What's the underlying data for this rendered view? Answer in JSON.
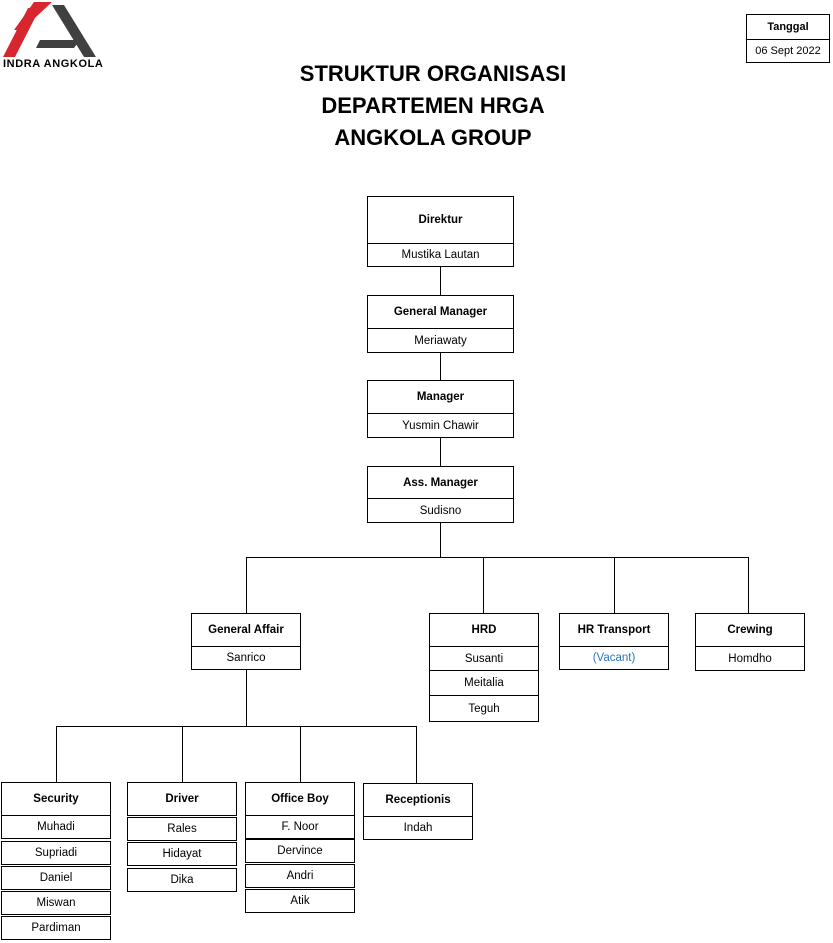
{
  "logo": {
    "name": "INDRA ANGKOLA",
    "accent": "#d7262d",
    "dark": "#404040"
  },
  "title": {
    "line1": "STRUKTUR ORGANISASI",
    "line2": "DEPARTEMEN HRGA",
    "line3": "ANGKOLA GROUP"
  },
  "date": {
    "label": "Tanggal",
    "value": "06 Sept 2022"
  },
  "chain": {
    "direktur": {
      "title": "Direktur",
      "name": "Mustika Lautan"
    },
    "gm": {
      "title": "General Manager",
      "name": "Meriawaty"
    },
    "manager": {
      "title": "Manager",
      "name": "Yusmin Chawir"
    },
    "ass_manager": {
      "title": "Ass. Manager",
      "name": "Sudisno"
    }
  },
  "units": {
    "general_affair": {
      "title": "General Affair",
      "name": "Sanrico"
    },
    "hrd": {
      "title": "HRD",
      "members": [
        "Susanti",
        "Meitalia",
        "Teguh"
      ]
    },
    "hr_transport": {
      "title": "HR Transport",
      "name": "(Vacant)"
    },
    "crewing": {
      "title": "Crewing",
      "name": "Homdho"
    }
  },
  "ga_teams": {
    "security": {
      "title": "Security",
      "members": [
        "Muhadi",
        "Supriadi",
        "Daniel",
        "Miswan",
        "Pardiman"
      ]
    },
    "driver": {
      "title": "Driver",
      "members": [
        "Rales",
        "Hidayat",
        "Dika"
      ]
    },
    "office_boy": {
      "title": "Office Boy",
      "members": [
        "F. Noor",
        "Dervince",
        "Andri",
        "Atik"
      ]
    },
    "receptionis": {
      "title": "Receptionis",
      "members": [
        "Indah"
      ]
    }
  },
  "colors": {
    "vacant": "#2e75b6",
    "line": "#000000"
  }
}
